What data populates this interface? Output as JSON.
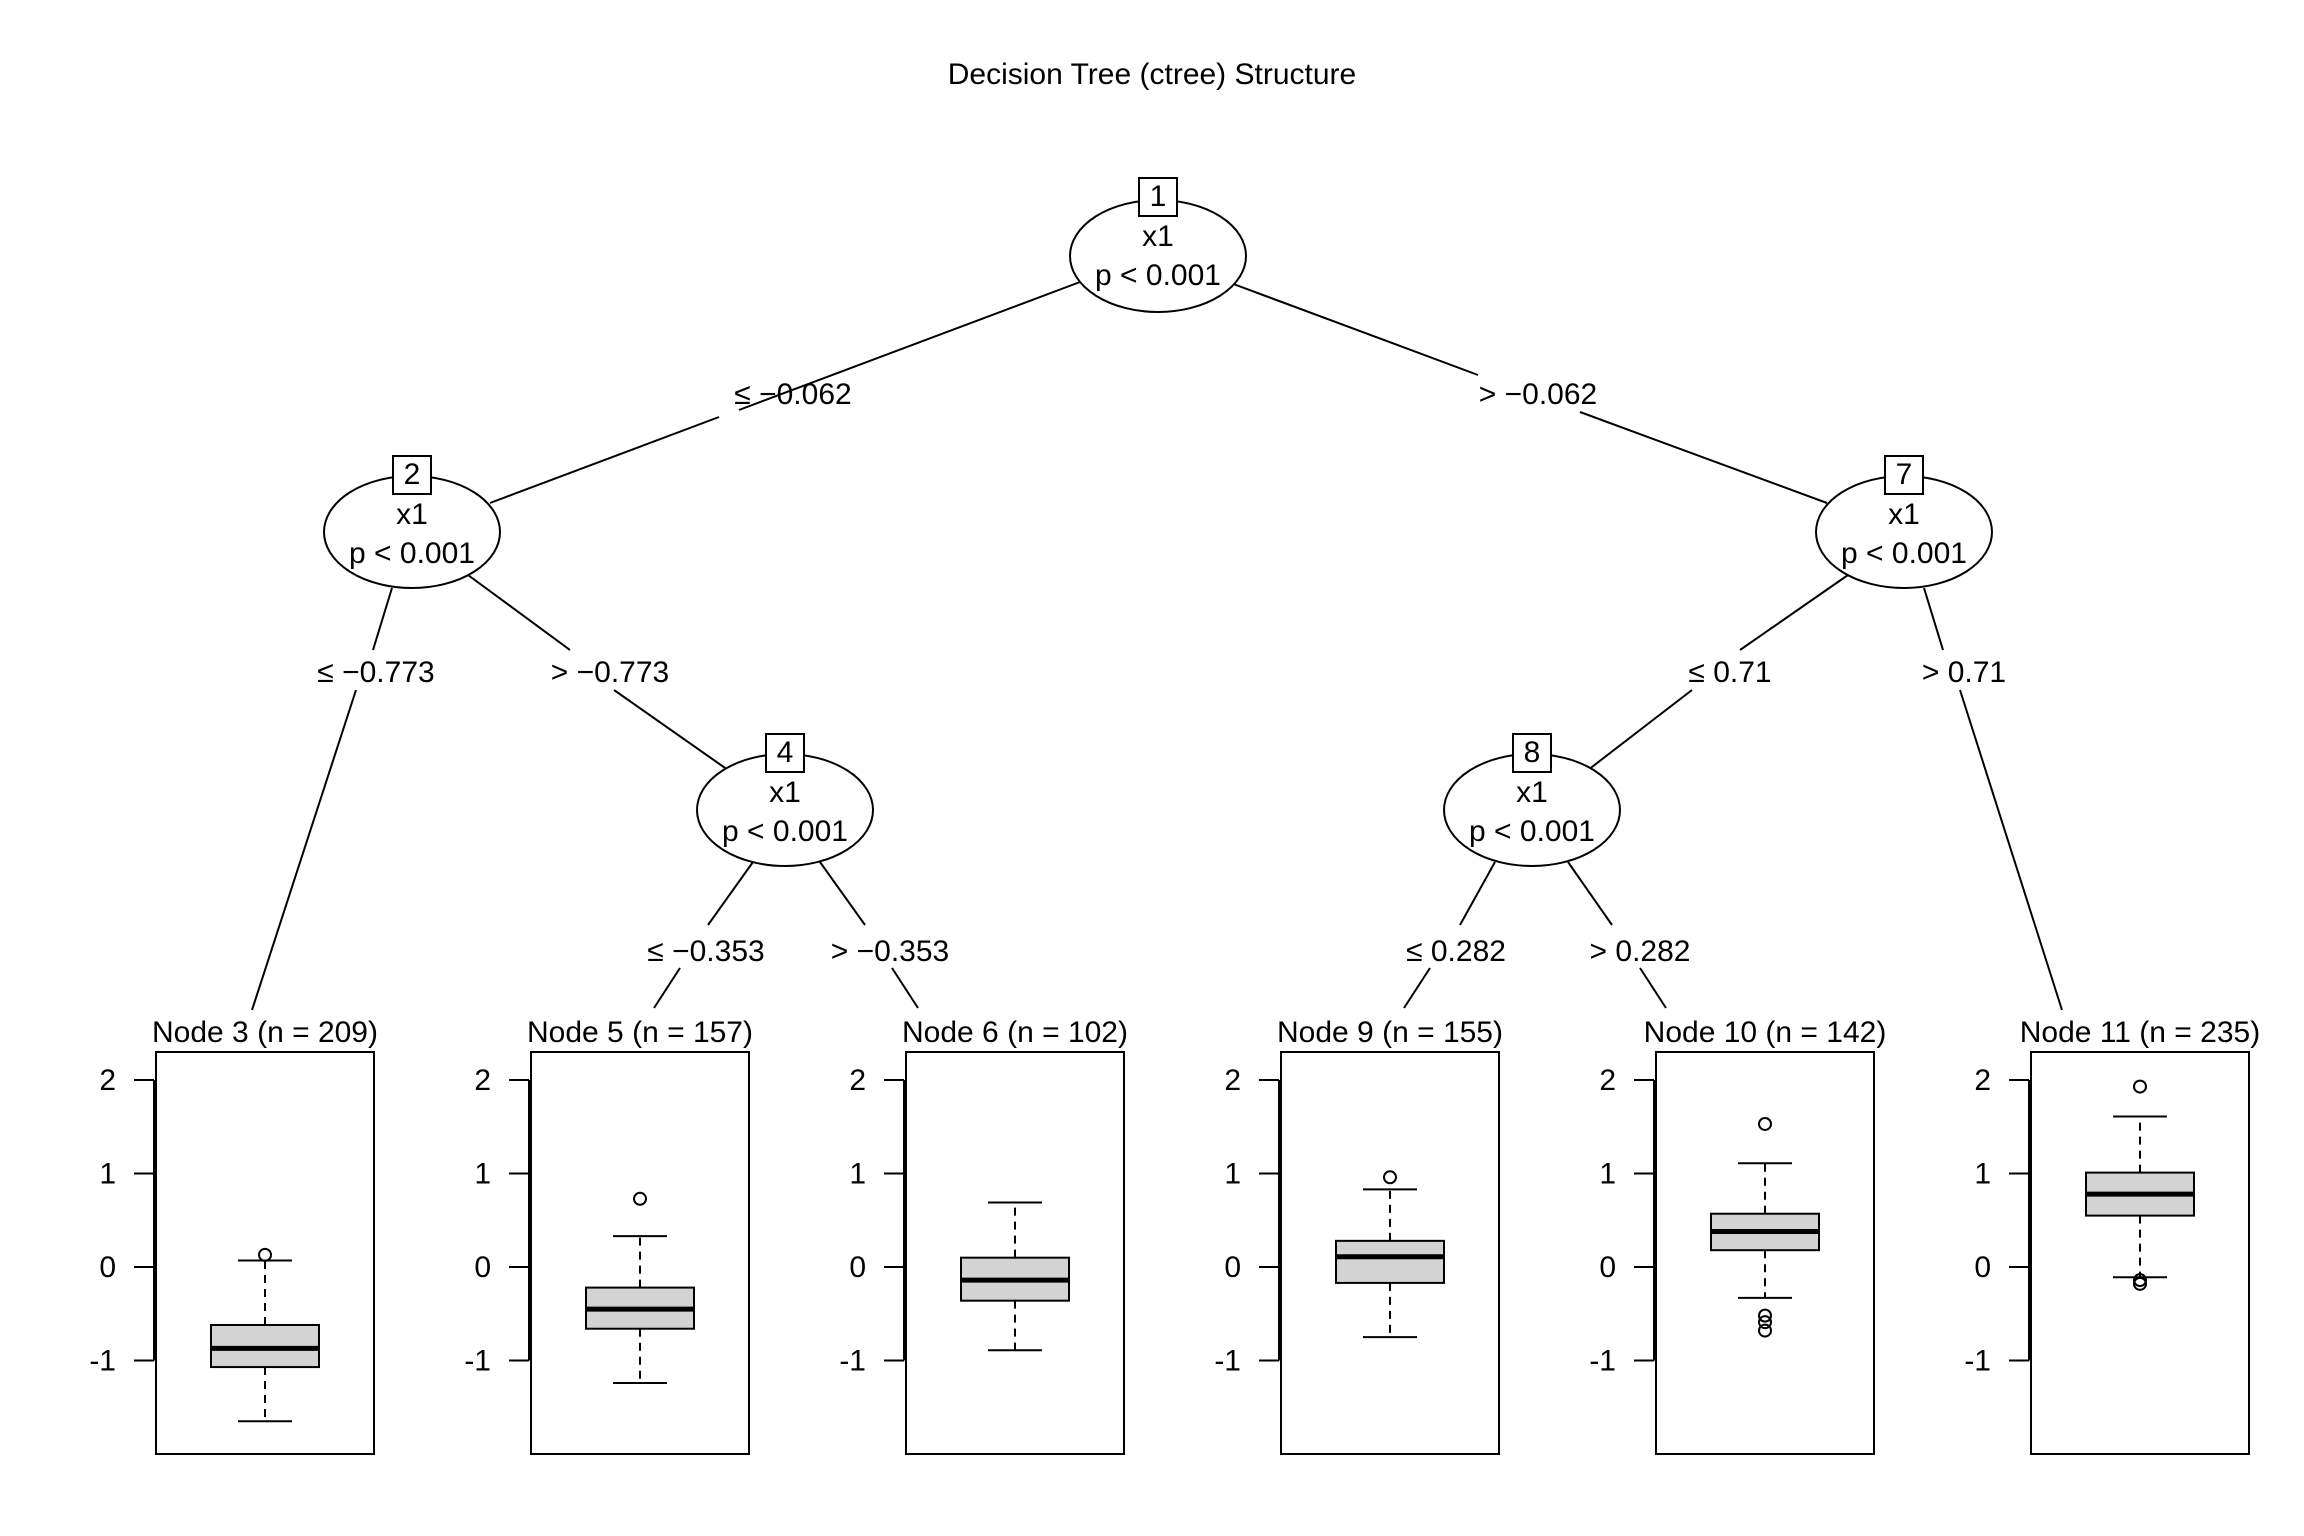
{
  "title": "Decision Tree (ctree) Structure",
  "colors": {
    "line": "#000000",
    "box_fill": "#d3d3d3",
    "background": "#ffffff"
  },
  "tree": {
    "inner_nodes": [
      {
        "id": "1",
        "variable": "x1",
        "pvalue": "p < 0.001"
      },
      {
        "id": "2",
        "variable": "x1",
        "pvalue": "p < 0.001"
      },
      {
        "id": "4",
        "variable": "x1",
        "pvalue": "p < 0.001"
      },
      {
        "id": "7",
        "variable": "x1",
        "pvalue": "p < 0.001"
      },
      {
        "id": "8",
        "variable": "x1",
        "pvalue": "p < 0.001"
      }
    ],
    "edges": [
      {
        "from": "1",
        "to": "2",
        "label": "≤ −0.062"
      },
      {
        "from": "1",
        "to": "7",
        "label": "> −0.062"
      },
      {
        "from": "2",
        "to": "3",
        "label": "≤ −0.773"
      },
      {
        "from": "2",
        "to": "4",
        "label": "> −0.773"
      },
      {
        "from": "4",
        "to": "5",
        "label": "≤ −0.353"
      },
      {
        "from": "4",
        "to": "6",
        "label": "> −0.353"
      },
      {
        "from": "7",
        "to": "8",
        "label": "≤ 0.71"
      },
      {
        "from": "7",
        "to": "11",
        "label": "> 0.71"
      },
      {
        "from": "8",
        "to": "9",
        "label": "≤ 0.282"
      },
      {
        "from": "8",
        "to": "10",
        "label": "> 0.282"
      }
    ]
  },
  "chart_data": {
    "type": "boxplot",
    "ylim": [
      -2,
      2.3
    ],
    "yticks": [
      2,
      1,
      0,
      -1
    ],
    "panels": [
      {
        "id": "3",
        "label": "Node 3 (n = 209)",
        "n": 209,
        "whisker_low": -1.65,
        "q1": -1.07,
        "median": -0.87,
        "q3": -0.62,
        "whisker_high": 0.07,
        "outliers": [
          0.13
        ]
      },
      {
        "id": "5",
        "label": "Node 5 (n = 157)",
        "n": 157,
        "whisker_low": -1.24,
        "q1": -0.66,
        "median": -0.45,
        "q3": -0.22,
        "whisker_high": 0.33,
        "outliers": [
          0.73
        ]
      },
      {
        "id": "6",
        "label": "Node 6 (n = 102)",
        "n": 102,
        "whisker_low": -0.89,
        "q1": -0.36,
        "median": -0.14,
        "q3": 0.1,
        "whisker_high": 0.69,
        "outliers": []
      },
      {
        "id": "9",
        "label": "Node 9 (n = 155)",
        "n": 155,
        "whisker_low": -0.75,
        "q1": -0.17,
        "median": 0.11,
        "q3": 0.28,
        "whisker_high": 0.83,
        "outliers": [
          0.96
        ]
      },
      {
        "id": "10",
        "label": "Node 10 (n = 142)",
        "n": 142,
        "whisker_low": -0.33,
        "q1": 0.18,
        "median": 0.38,
        "q3": 0.57,
        "whisker_high": 1.11,
        "outliers": [
          1.53,
          -0.52,
          -0.59,
          -0.68
        ]
      },
      {
        "id": "11",
        "label": "Node 11 (n = 235)",
        "n": 235,
        "whisker_low": -0.11,
        "q1": 0.55,
        "median": 0.78,
        "q3": 1.01,
        "whisker_high": 1.61,
        "outliers": [
          1.93,
          -0.14,
          -0.18
        ]
      }
    ]
  }
}
